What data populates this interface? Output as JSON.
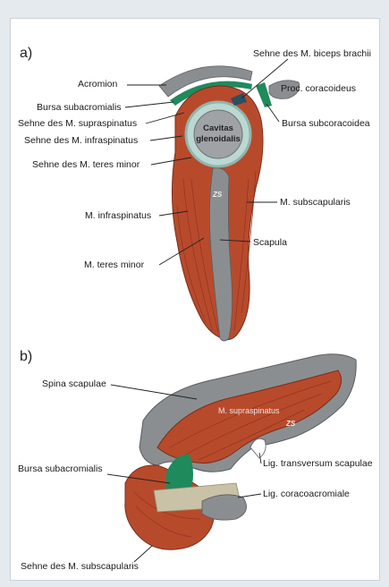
{
  "figure": {
    "panel_a": {
      "label": "a)",
      "cavity": [
        "Cavitas",
        "glenoidalis"
      ],
      "scapula_mark": "ZS",
      "labels": {
        "acromion": "Acromion",
        "biceps": "Sehne des M. biceps brachii",
        "bursa_subacromialis": "Bursa subacromialis",
        "proc_coracoideus": "Proc. coracoideus",
        "supraspinatus_tendon": "Sehne des M. supraspinatus",
        "bursa_subcoracoidea": "Bursa subcoracoidea",
        "infraspinatus_tendon": "Sehne des M. infraspinatus",
        "teres_minor_tendon": "Sehne des M. teres minor",
        "subscapularis": "M. subscapularis",
        "infraspinatus": "M. infraspinatus",
        "scapula": "Scapula",
        "teres_minor": "M. teres minor"
      }
    },
    "panel_b": {
      "label": "b)",
      "muscle": "M. supraspinatus",
      "scapula_mark": "ZS",
      "labels": {
        "spina": "Spina scapulae",
        "lig_transversum": "Lig. transversum scapulae",
        "bursa_subacromialis": "Bursa subacromialis",
        "lig_coracoacromiale": "Lig. coracoacromiale",
        "subscapularis_tendon": "Sehne des M. subscapularis"
      }
    },
    "colors": {
      "muscle": "#b84a2c",
      "bone": "#8b8e90",
      "bursa": "#1f8a5c",
      "cartilage": "#bcd8d2",
      "ligament": "#c9c2a6"
    }
  }
}
